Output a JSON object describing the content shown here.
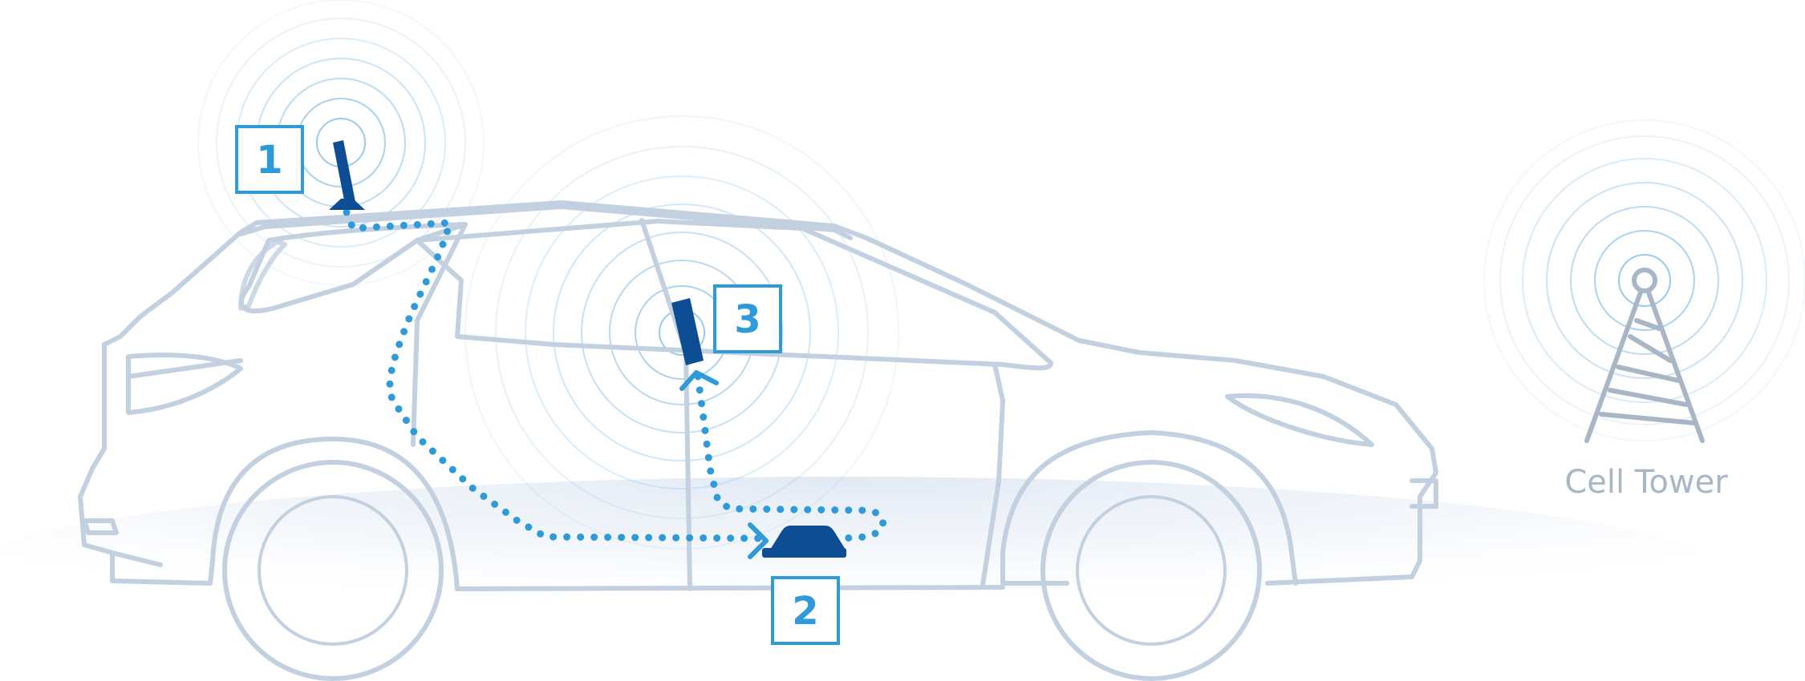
{
  "diagram": {
    "callouts": {
      "outside_antenna": "1",
      "booster": "2",
      "inside_antenna": "3"
    },
    "tower_caption": "Cell Tower"
  },
  "colors": {
    "car_outline": "#c2d0e0",
    "ground_shadow": "#dfe8f3",
    "device_dark": "#0d4d94",
    "cable_dots": "#2e9ad9",
    "callout_blue": "#2e9ad9",
    "signal_ring": "#8fc4ea",
    "tower_gray": "#a9b6c6"
  }
}
